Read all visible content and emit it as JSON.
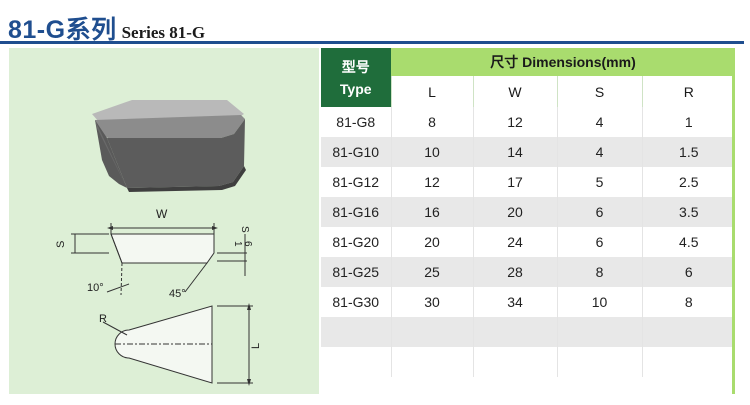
{
  "title": {
    "main": "81-G系列",
    "sub": "Series 81-G"
  },
  "diagram": {
    "labels": {
      "w": "W",
      "s": "S",
      "s_ratio_top": "1",
      "s_ratio_bottom": "6",
      "s_ratio_symbol": "S",
      "angle_10": "10°",
      "angle_45": "45°",
      "r": "R",
      "l": "L"
    }
  },
  "table": {
    "type_header_cn": "型号",
    "type_header_en": "Type",
    "dimensions_header": "尺寸 Dimensions(mm)",
    "columns": [
      "L",
      "W",
      "S",
      "R"
    ],
    "rows": [
      {
        "type": "81-G8",
        "L": "8",
        "W": "12",
        "S": "4",
        "R": "1"
      },
      {
        "type": "81-G10",
        "L": "10",
        "W": "14",
        "S": "4",
        "R": "1.5"
      },
      {
        "type": "81-G12",
        "L": "12",
        "W": "17",
        "S": "5",
        "R": "2.5"
      },
      {
        "type": "81-G16",
        "L": "16",
        "W": "20",
        "S": "6",
        "R": "3.5"
      },
      {
        "type": "81-G20",
        "L": "20",
        "W": "24",
        "S": "6",
        "R": "4.5"
      },
      {
        "type": "81-G25",
        "L": "25",
        "W": "28",
        "S": "8",
        "R": "6"
      },
      {
        "type": "81-G30",
        "L": "30",
        "W": "34",
        "S": "10",
        "R": "8"
      }
    ]
  },
  "colors": {
    "title": "#1f4e8f",
    "type_header": "#1f6d3b",
    "dim_header": "#a9dc6e",
    "panel": "#ddefd6"
  }
}
